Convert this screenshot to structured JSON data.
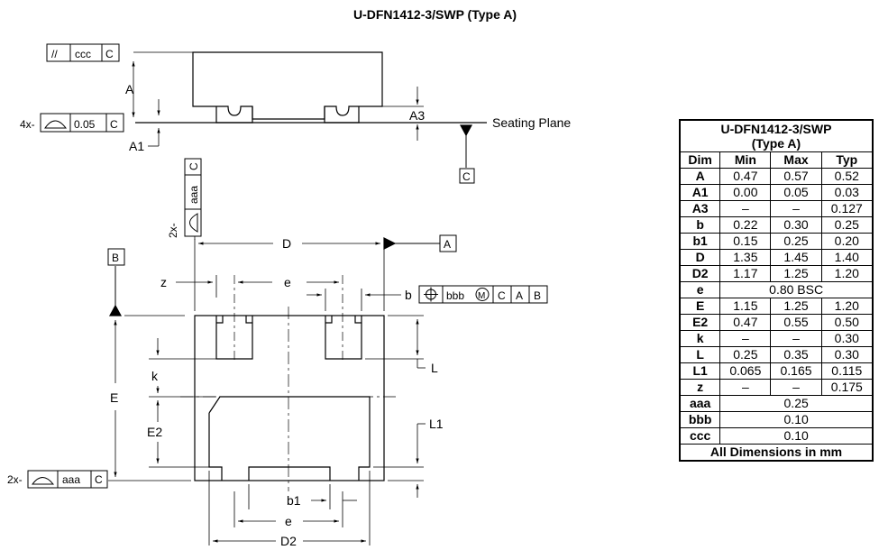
{
  "title": "U-DFN1412-3/SWP (Type A)",
  "side_view": {
    "fcf_top": {
      "symbol": "//",
      "value": "ccc",
      "datum": "C"
    },
    "fcf_left": {
      "prefix": "4x-",
      "value": "0.05",
      "datum": "C"
    },
    "dim_A": "A",
    "dim_A1": "A1",
    "dim_A3": "A3",
    "seating_plane": "Seating Plane",
    "datum_C": "C"
  },
  "bottom_view": {
    "fcf_vertical": {
      "prefix": "2x-",
      "value": "aaa",
      "datum": "C"
    },
    "dim_D": "D",
    "datum_A": "A",
    "datum_B": "B",
    "dim_z": "z",
    "dim_e_top": "e",
    "dim_b": "b",
    "fcf_b": {
      "value": "bbb",
      "modifier": "M",
      "datum1": "C",
      "datum2": "A",
      "datum3": "B"
    },
    "dim_L": "L",
    "dim_k": "k",
    "dim_E": "E",
    "dim_E2": "E2",
    "dim_L1": "L1",
    "fcf_bottom": {
      "prefix": "2x-",
      "value": "aaa",
      "datum": "C"
    },
    "dim_b1": "b1",
    "dim_e_bottom": "e",
    "dim_D2": "D2"
  },
  "table": {
    "caption_line1": "U-DFN1412-3/SWP",
    "caption_line2": "(Type A)",
    "headers": [
      "Dim",
      "Min",
      "Max",
      "Typ"
    ],
    "rows": [
      {
        "dim": "A",
        "min": "0.47",
        "max": "0.57",
        "typ": "0.52"
      },
      {
        "dim": "A1",
        "min": "0.00",
        "max": "0.05",
        "typ": "0.03"
      },
      {
        "dim": "A3",
        "min": "–",
        "max": "–",
        "typ": "0.127"
      },
      {
        "dim": "b",
        "min": "0.22",
        "max": "0.30",
        "typ": "0.25"
      },
      {
        "dim": "b1",
        "min": "0.15",
        "max": "0.25",
        "typ": "0.20"
      },
      {
        "dim": "D",
        "min": "1.35",
        "max": "1.45",
        "typ": "1.40"
      },
      {
        "dim": "D2",
        "min": "1.17",
        "max": "1.25",
        "typ": "1.20"
      },
      {
        "dim": "e",
        "span": "0.80 BSC"
      },
      {
        "dim": "E",
        "min": "1.15",
        "max": "1.25",
        "typ": "1.20"
      },
      {
        "dim": "E2",
        "min": "0.47",
        "max": "0.55",
        "typ": "0.50"
      },
      {
        "dim": "k",
        "min": "–",
        "max": "–",
        "typ": "0.30"
      },
      {
        "dim": "L",
        "min": "0.25",
        "max": "0.35",
        "typ": "0.30"
      },
      {
        "dim": "L1",
        "min": "0.065",
        "max": "0.165",
        "typ": "0.115"
      },
      {
        "dim": "z",
        "min": "–",
        "max": "–",
        "typ": "0.175"
      },
      {
        "dim": "aaa",
        "span": "0.25"
      },
      {
        "dim": "bbb",
        "span": "0.10"
      },
      {
        "dim": "ccc",
        "span": "0.10"
      }
    ],
    "footer": "All Dimensions in mm"
  }
}
